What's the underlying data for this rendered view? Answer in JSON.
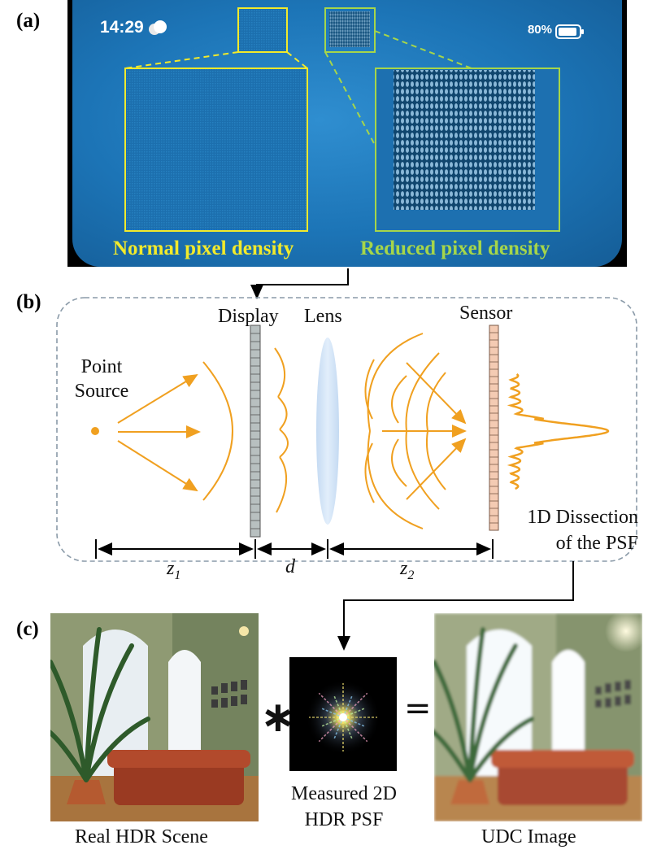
{
  "panels": {
    "a": "(a)",
    "b": "(b)",
    "c": "(c)"
  },
  "phone": {
    "time": "14:29",
    "battery": "80%"
  },
  "density": {
    "normal": "Normal pixel density",
    "reduced": "Reduced pixel density"
  },
  "optics": {
    "display": "Display",
    "lens": "Lens",
    "sensor": "Sensor",
    "point_source_line1": "Point",
    "point_source_line2": "Source",
    "psf_line1": "1D Dissection",
    "psf_line2": "of the PSF",
    "z1": "z",
    "z1_sub": "1",
    "d": "d",
    "z2": "z",
    "z2_sub": "2"
  },
  "bottom": {
    "scene": "Real HDR Scene",
    "psf_line1": "Measured 2D",
    "psf_line2": "HDR PSF",
    "udc": "UDC Image",
    "convolve": "∗",
    "equals": "="
  },
  "colors": {
    "accent_yellow": "#f2ea2b",
    "accent_green": "#a6d64a",
    "ray": "#f0a020",
    "frame": "#8a9aa8"
  }
}
